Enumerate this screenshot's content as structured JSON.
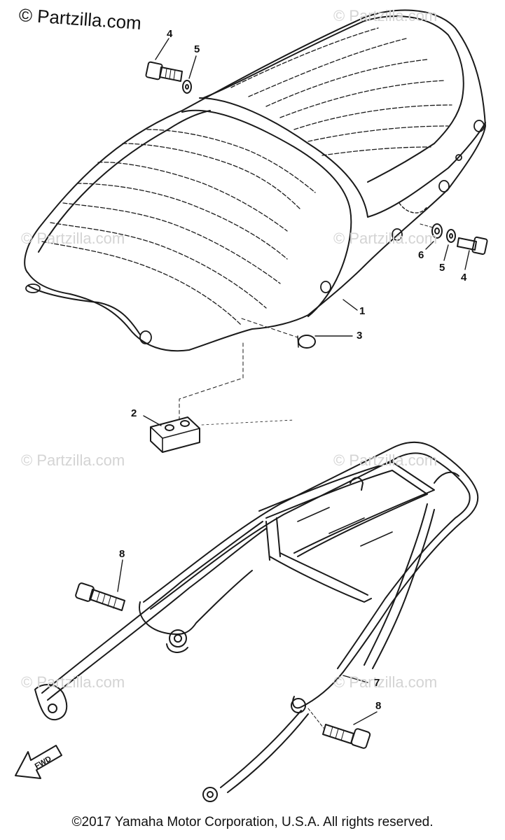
{
  "brand": "© Partzilla.com",
  "watermark": "© Partzilla.com",
  "copyright": "©2017  Yamaha Motor Corporation, U.S.A. All rights reserved.",
  "fwd_label": "FWD",
  "callouts": {
    "c1": "1",
    "c2": "2",
    "c3": "3",
    "c4a": "4",
    "c4b": "4",
    "c5a": "5",
    "c5b": "5",
    "c6": "6",
    "c7": "7",
    "c8a": "8",
    "c8b": "8"
  }
}
